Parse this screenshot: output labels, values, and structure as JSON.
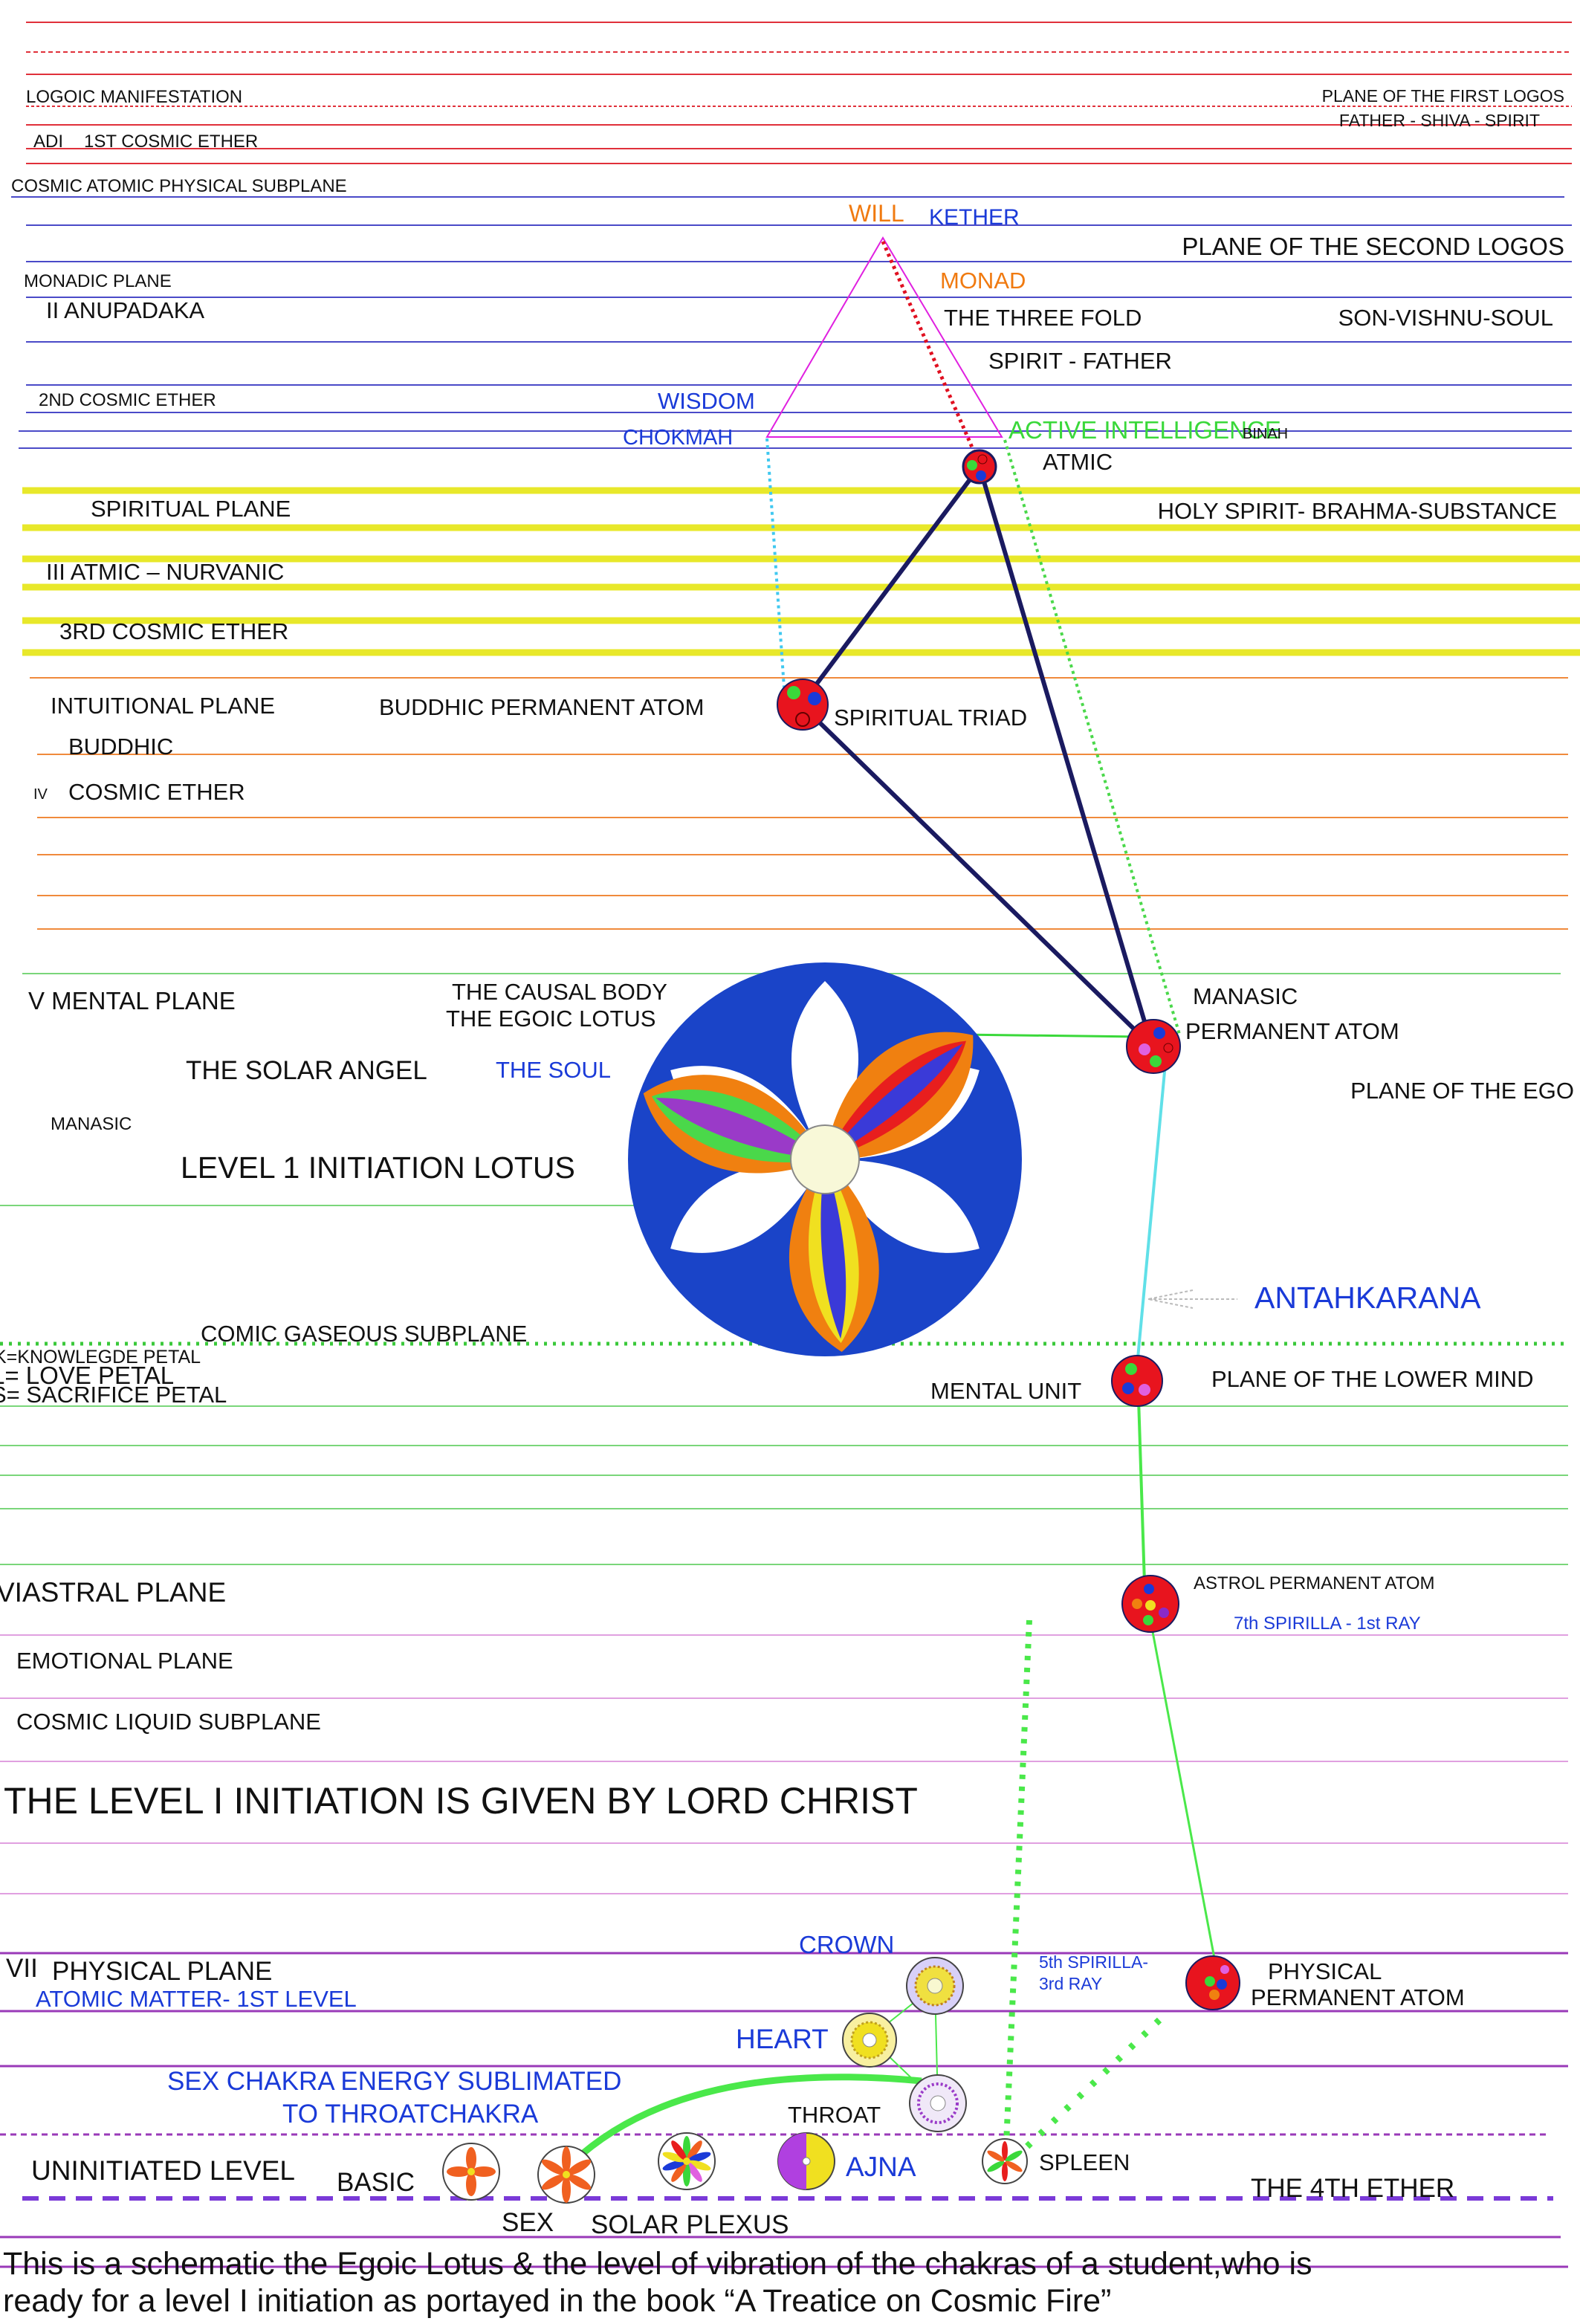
{
  "colors": {
    "red_line": "#e0303a",
    "blue_line": "#4a4ac8",
    "yellow_line": "#e8e82a",
    "orange_line": "#f08a3c",
    "green_line": "#7ad67a",
    "pink_line": "#e0a0e0",
    "purple_line": "#9a3ab8",
    "navy": "#1a1a60",
    "text_blue": "#1a3ad8",
    "text_orange": "#f07a10",
    "text_green": "#3ad83a",
    "lotus_blue": "#1a44c8",
    "atom_red": "#e8141e"
  },
  "upper": {
    "logoic": "LOGOIC MANIFESTATION",
    "adi": "ADI",
    "cosmic_ether_1": "1ST COSMIC ETHER",
    "first_logos": "PLANE OF THE FIRST LOGOS",
    "father_shiva": "FATHER - SHIVA - SPIRIT",
    "cosmic_atomic": "COSMIC ATOMIC PHYSICAL SUBPLANE",
    "will": "WILL",
    "kether": "KETHER",
    "second_logos": "PLANE OF THE SECOND LOGOS",
    "monadic_plane": "MONADIC PLANE",
    "monad": "MONAD",
    "anupadaka": "II  ANUPADAKA",
    "three_fold": "THE THREE FOLD",
    "son_vishnu": "SON-VISHNU-SOUL",
    "spirit_father": "SPIRIT - FATHER",
    "cosmic_ether_2": "2ND COSMIC ETHER",
    "wisdom": "WISDOM",
    "chokmah": "CHOKMAH",
    "active_intelligence": "ACTIVE INTELLIGENCE",
    "binah": "BINAH",
    "atmic": "ATMIC",
    "spiritual_plane": "SPIRITUAL PLANE",
    "holy_spirit": "HOLY SPIRIT- BRAHMA-SUBSTANCE",
    "atmic_nurvanic": "III ATMIC – NURVANIC",
    "cosmic_ether_3": "3RD COSMIC ETHER",
    "intuitional": "INTUITIONAL PLANE",
    "buddhic_atom": "BUDDHIC PERMANENT ATOM",
    "spiritual_triad": "SPIRITUAL TRIAD",
    "buddhic": "BUDDHIC",
    "iv": "IV",
    "cosmic_ether_4": "COSMIC ETHER"
  },
  "mental": {
    "mental_plane": "V MENTAL PLANE",
    "causal_body": "THE CAUSAL BODY",
    "egoic_lotus": "THE EGOIC LOTUS",
    "manasic_atom_1": "MANASIC",
    "manasic_atom_2": "PERMANENT ATOM",
    "solar_angel": "THE SOLAR ANGEL",
    "the_soul": "THE SOUL",
    "plane_ego": "PLANE OF THE EGO",
    "manasic": "MANASIC",
    "level1_lotus": "LEVEL 1 INITIATION LOTUS",
    "antahkarana": "ANTAHKARANA",
    "comic_gaseous": "COMIC GASEOUS SUBPLANE",
    "k_petal": "K=KNOWLEGDE PETAL",
    "l_petal": "L= LOVE PETAL",
    "s_petal": "S= SACRIFICE PETAL",
    "mental_unit": "MENTAL UNIT",
    "lower_mind": "PLANE OF THE LOWER MIND"
  },
  "astral": {
    "astral_plane": "VIASTRAL PLANE",
    "astrol_atom": "ASTROL  PERMANENT ATOM",
    "spirilla_7": "7th SPIRILLA - 1st RAY",
    "emotional": "EMOTIONAL PLANE",
    "cosmic_liquid": "COSMIC LIQUID SUBPLANE",
    "initiation_headline": "THE LEVEL I INITIATION IS GIVEN BY LORD CHRIST"
  },
  "physical": {
    "crown": "CROWN",
    "vii": "VII",
    "physical_plane": "PHYSICAL PLANE",
    "atomic_matter": "ATOMIC MATTER- 1ST LEVEL",
    "spirilla_5a": "5th SPIRILLA-",
    "spirilla_5b": "3rd RAY",
    "physical_atom_1": "PHYSICAL",
    "physical_atom_2": "PERMANENT ATOM",
    "heart": "HEART",
    "sublimated_1": "SEX CHAKRA ENERGY SUBLIMATED",
    "sublimated_2": "TO THROATCHAKRA",
    "throat": "THROAT",
    "uninitiated": "UNINITIATED LEVEL",
    "basic": "BASIC",
    "ajna": "AJNA",
    "spleen": "SPLEEN",
    "fourth_ether": "THE 4TH ETHER",
    "sex": "SEX",
    "solar_plexus": "SOLAR PLEXUS"
  },
  "caption": {
    "line1": "This is a schematic the Egoic Lotus & the level of vibration of the chakras of a student,who is",
    "line2": "ready for  a level I initiation as portayed in the book “A Treatice on Cosmic Fire”"
  }
}
